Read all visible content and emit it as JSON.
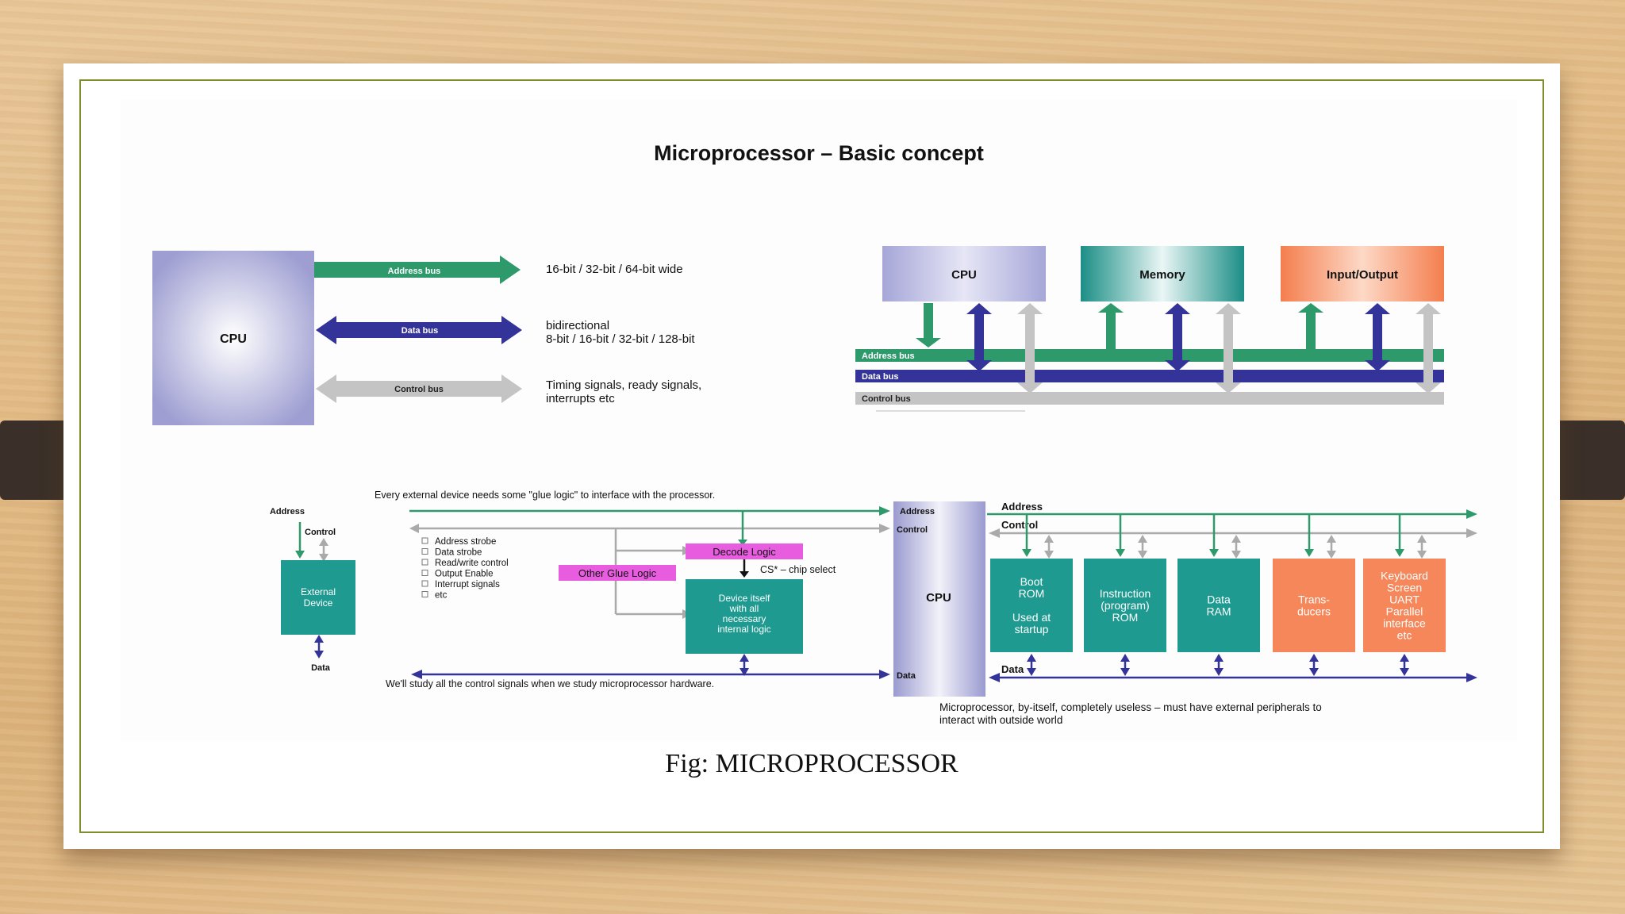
{
  "slide": {
    "caption": "Fig: MICROPROCESSOR"
  },
  "diagram": {
    "title": "Microprocessor – Basic concept",
    "top_left": {
      "cpu_label": "CPU",
      "address_bus_label": "Address bus",
      "address_bus_desc": "16-bit / 32-bit / 64-bit wide",
      "data_bus_label": "Data bus",
      "data_bus_desc_1": "bidirectional",
      "data_bus_desc_2": "8-bit / 16-bit / 32-bit / 128-bit",
      "control_bus_label": "Control bus",
      "control_bus_desc_1": "Timing signals, ready signals,",
      "control_bus_desc_2": "interrupts etc"
    },
    "top_right": {
      "blocks": [
        "CPU",
        "Memory",
        "Input/Output"
      ],
      "buses": [
        "Address bus",
        "Data bus",
        "Control bus"
      ]
    },
    "bottom_left": {
      "note_top": "Every external device needs some \"glue logic\" to interface with the processor.",
      "note_bottom": "We'll study all the control signals when we study microprocessor hardware.",
      "address": "Address",
      "control": "Control",
      "data": "Data",
      "external_device": [
        "External",
        "Device"
      ],
      "signals": [
        "Address strobe",
        "Data strobe",
        "Read/write control",
        "Output Enable",
        "Interrupt signals",
        "etc"
      ],
      "decode_logic": "Decode Logic",
      "other_glue_logic": "Other Glue Logic",
      "chip_select": "CS* – chip select",
      "device_itself": [
        "Device itself",
        "with all",
        "necessary",
        "internal logic"
      ],
      "cpu_address": "Address",
      "cpu_control": "Control",
      "cpu_label": "CPU",
      "cpu_data": "Data"
    },
    "bottom_right": {
      "address": "Address",
      "control": "Control",
      "data": "Data",
      "blocks": [
        {
          "lines": [
            "Boot",
            "ROM",
            "",
            "Used at",
            "startup"
          ],
          "color": "teal"
        },
        {
          "lines": [
            "Instruction",
            "(program)",
            "ROM"
          ],
          "color": "teal"
        },
        {
          "lines": [
            "Data",
            "RAM"
          ],
          "color": "teal"
        },
        {
          "lines": [
            "Trans-",
            "ducers"
          ],
          "color": "orange"
        },
        {
          "lines": [
            "Keyboard",
            "Screen",
            "UART",
            "Parallel",
            "interface",
            "etc"
          ],
          "color": "orange"
        }
      ],
      "note_1": "Microprocessor, by-itself, completely useless – must have external peripherals to",
      "note_2": "interact with outside world"
    },
    "colors": {
      "green": "#2e9a6c",
      "blue": "#333399",
      "grey": "#c4c4c4",
      "teal": "#1e9a90",
      "orange": "#f5875a",
      "magenta": "#e85ce0",
      "cpu": "#a8a8d6"
    }
  }
}
